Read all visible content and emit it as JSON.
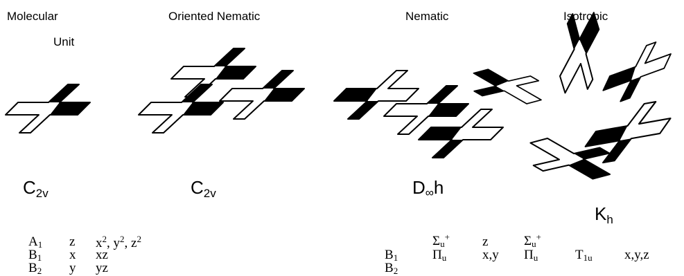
{
  "headers": {
    "molecular": "Molecular",
    "unit": "Unit",
    "oriented_nematic": "Oriented Nematic",
    "nematic": "Nematic",
    "isotropic": "Isotropic"
  },
  "symmetry": {
    "molecular": {
      "main": "C",
      "sub": "2v"
    },
    "oriented": {
      "main": "C",
      "sub": "2v"
    },
    "nematic": {
      "main": "D",
      "sub": "∞",
      "tail": "h"
    },
    "isotropic": {
      "main": "K",
      "sub": "h"
    }
  },
  "left_table": {
    "rows": [
      {
        "irrep": "A",
        "irrep_sub": "1",
        "axis": "z",
        "q1": "x",
        "q1s": "2",
        "q2": ", y",
        "q2s": "2",
        "q3": ", z",
        "q3s": "2"
      },
      {
        "irrep": "B",
        "irrep_sub": "1",
        "axis": "x",
        "quad": "xz"
      },
      {
        "irrep": "B",
        "irrep_sub": "2",
        "axis": "y",
        "quad": "yz"
      }
    ]
  },
  "right_table": {
    "b1": {
      "main": "B",
      "sub": "1"
    },
    "b2": {
      "main": "B",
      "sub": "2"
    },
    "sigma": "Σ",
    "sigma_sub": "u",
    "sigma_sup": "+",
    "pi": "Π",
    "pi_sub": "u",
    "z": "z",
    "xy": "x,y",
    "t": "T",
    "t_sub": "1u",
    "xyz": "x,y,z"
  }
}
